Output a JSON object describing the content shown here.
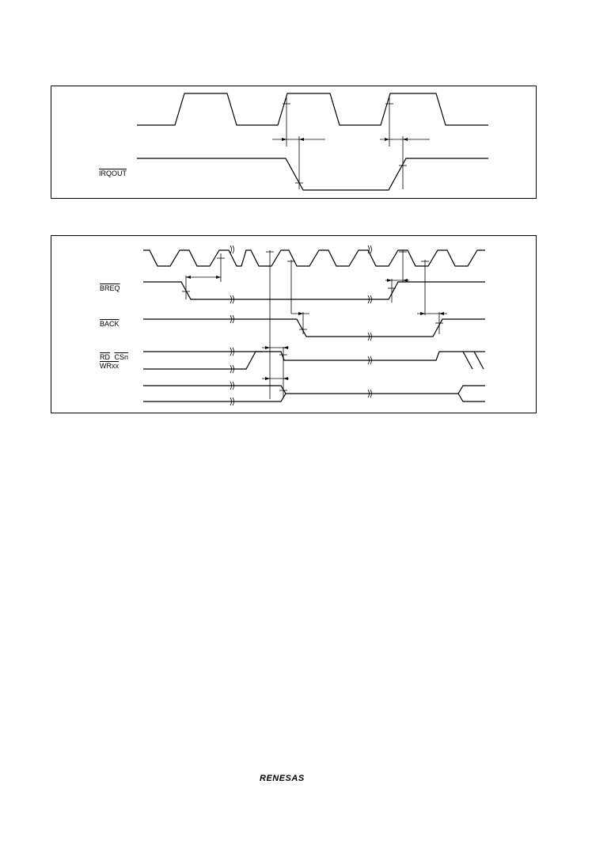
{
  "figure1": {
    "signals": [
      {
        "label": "IRQOUT",
        "active_low": true
      }
    ]
  },
  "figure2": {
    "signals": [
      {
        "label": "BREQ",
        "active_low": true
      },
      {
        "label": "BACK",
        "active_low": true
      },
      {
        "label": "RD",
        "active_low": true
      },
      {
        "label": "CSn",
        "active_low": true
      },
      {
        "label": "WRxx",
        "active_low": true
      }
    ]
  },
  "footer": {
    "logo_text": "RENESAS"
  }
}
